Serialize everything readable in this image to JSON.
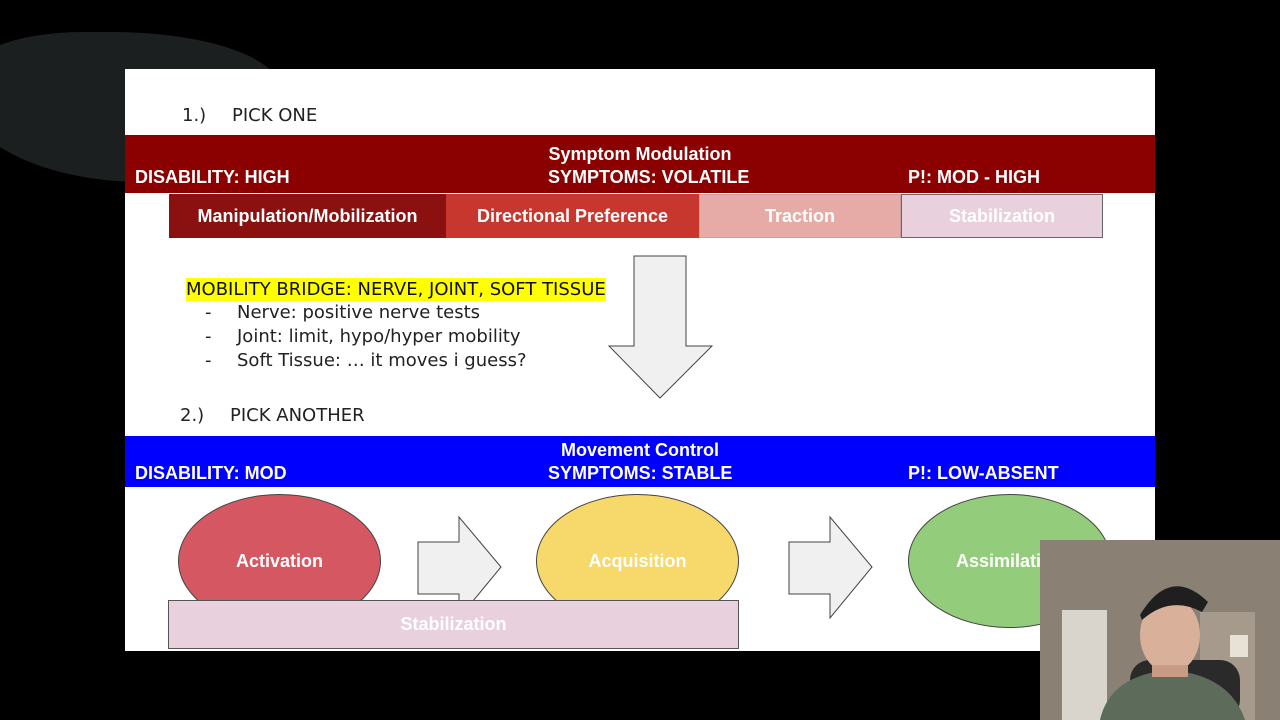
{
  "slide": {
    "step1": {
      "num": "1.)",
      "label": "PICK ONE"
    },
    "step2": {
      "num": "2.)",
      "label": "PICK ANOTHER"
    },
    "symptom_band": {
      "title": "Symptom Modulation",
      "disability": "DISABILITY: HIGH",
      "symptoms": "SYMPTOMS: VOLATILE",
      "pi": "P!: MOD - HIGH",
      "color": "#8b0000"
    },
    "treatments": [
      {
        "label": "Manipulation/Mobilization",
        "color": "#8b1010"
      },
      {
        "label": "Directional Preference",
        "color": "#c8372d"
      },
      {
        "label": "Traction",
        "color": "#e6aba6"
      },
      {
        "label": "Stabilization",
        "color": "#e8d0dd"
      }
    ],
    "mobility_bridge": {
      "heading": "MOBILITY BRIDGE: NERVE, JOINT, SOFT TISSUE",
      "highlight_color": "#ffff00",
      "items": [
        {
          "dash": "-",
          "text": "Nerve: positive nerve tests"
        },
        {
          "dash": "-",
          "text": "Joint: limit, hypo/hyper mobility"
        },
        {
          "dash": "-",
          "text": "Soft Tissue: … it moves i guess?"
        }
      ]
    },
    "movement_band": {
      "title": "Movement Control",
      "disability": "DISABILITY: MOD",
      "symptoms": "SYMPTOMS: STABLE",
      "pi": "P!: LOW-ABSENT",
      "color": "#0000ff"
    },
    "stages": [
      {
        "label": "Activation",
        "color": "#d45761"
      },
      {
        "label": "Acquisition",
        "color": "#f7d86a"
      },
      {
        "label": "Assimilation",
        "color": "#93cc7a"
      }
    ],
    "stabilization_bar": {
      "label": "Stabilization",
      "color": "#e8d0dd"
    }
  },
  "icons": {
    "down_arrow": "down-arrow-icon",
    "right_arrow": "right-arrow-icon"
  }
}
